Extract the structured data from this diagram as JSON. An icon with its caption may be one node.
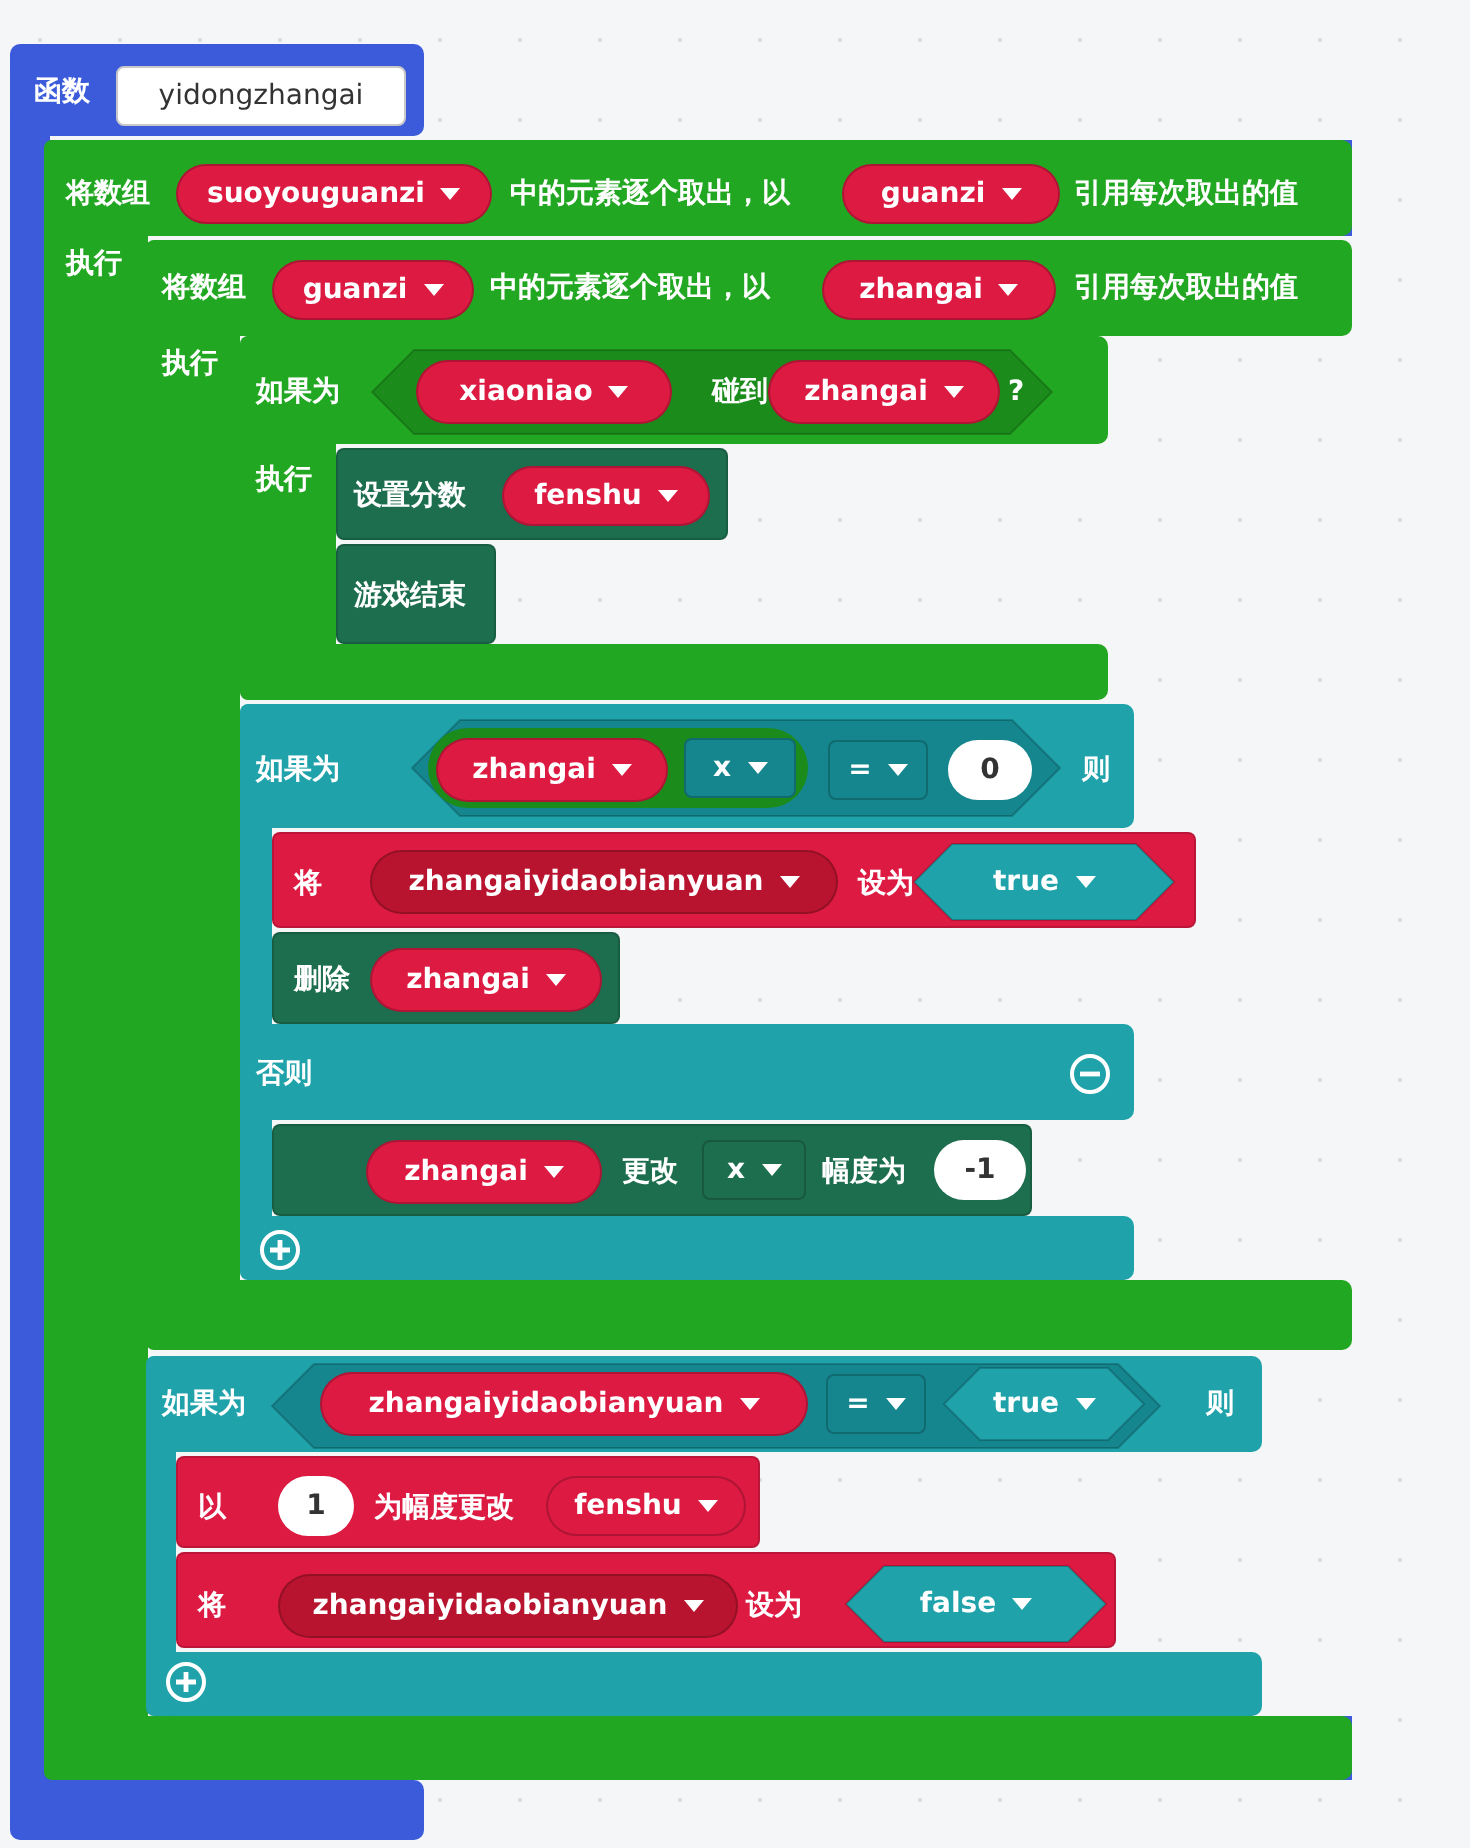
{
  "diagram": {
    "nodes": [
      {
        "text": [
          "函数"
        ]
      },
      {
        "text": [
          "yidongzhangai"
        ],
        "in": 0
      },
      {
        "text": [
          "将数组",
          "中的元素逐个取出，以",
          "引用每次取出的值",
          "执行"
        ],
        "in": 0
      },
      {
        "text": [
          "suoyouguanzi"
        ],
        "in": 2
      },
      {
        "text": [
          "guanzi"
        ],
        "in": 2
      },
      {
        "text": [
          "将数组",
          "中的元素逐个取出，以",
          "引用每次取出的值",
          "执行"
        ],
        "in": 2
      },
      {
        "text": [
          "guanzi"
        ],
        "in": 5
      },
      {
        "text": [
          "zhangai"
        ],
        "in": 5
      },
      {
        "text": [
          "如果为",
          "执行"
        ],
        "in": 5
      },
      {
        "text": [
          "碰到",
          "?"
        ],
        "in": 8
      },
      {
        "text": [
          "xiaoniao"
        ],
        "in": 9
      },
      {
        "text": [
          "zhangai"
        ],
        "in": 9
      },
      {
        "text": [
          "设置分数"
        ],
        "in": 8
      },
      {
        "text": [
          "fenshu"
        ],
        "in": 12
      },
      {
        "text": [
          "游戏结束"
        ],
        "in": 8
      },
      {
        "text": [
          "如果为",
          "则",
          "否则"
        ],
        "in": 5
      },
      {
        "text": [],
        "shape": "hexagon",
        "in": 15
      },
      {
        "text": [],
        "shape": "box",
        "in": 16
      },
      {
        "text": [
          "zhangai"
        ],
        "in": 17
      },
      {
        "text": [
          "x"
        ],
        "in": 17
      },
      {
        "text": [
          "="
        ],
        "in": 16
      },
      {
        "text": [
          "0"
        ],
        "in": 16
      },
      {
        "text": [
          "将",
          "设为"
        ],
        "in": 15
      },
      {
        "text": [
          "zhangaiyidaobianyuan"
        ],
        "in": 22
      },
      {
        "text": [
          "true"
        ],
        "in": 22
      },
      {
        "text": [
          "删除"
        ],
        "in": 15
      },
      {
        "text": [
          "zhangai"
        ],
        "in": 25
      },
      {
        "text": [
          "更改",
          "幅度为"
        ],
        "in": 15
      },
      {
        "text": [
          "zhangai"
        ],
        "in": 27
      },
      {
        "text": [
          "x"
        ],
        "in": 27
      },
      {
        "text": [
          "-1"
        ],
        "in": 27
      },
      {
        "text": [
          "如果为",
          "则"
        ],
        "in": 2
      },
      {
        "text": [],
        "shape": "hexagon",
        "in": 31
      },
      {
        "text": [
          "zhangaiyidaobianyuan"
        ],
        "in": 32
      },
      {
        "text": [
          "="
        ],
        "in": 32
      },
      {
        "text": [
          "true"
        ],
        "in": 32
      },
      {
        "text": [
          "以",
          "为幅度更改"
        ],
        "in": 31
      },
      {
        "text": [
          "1"
        ],
        "in": 36
      },
      {
        "text": [
          "fenshu"
        ],
        "in": 36
      },
      {
        "text": [
          "将",
          "设为"
        ],
        "in": 31
      },
      {
        "text": [
          "zhangaiyidaobianyuan"
        ],
        "in": 39
      },
      {
        "text": [
          "false"
        ],
        "in": 39
      }
    ]
  }
}
